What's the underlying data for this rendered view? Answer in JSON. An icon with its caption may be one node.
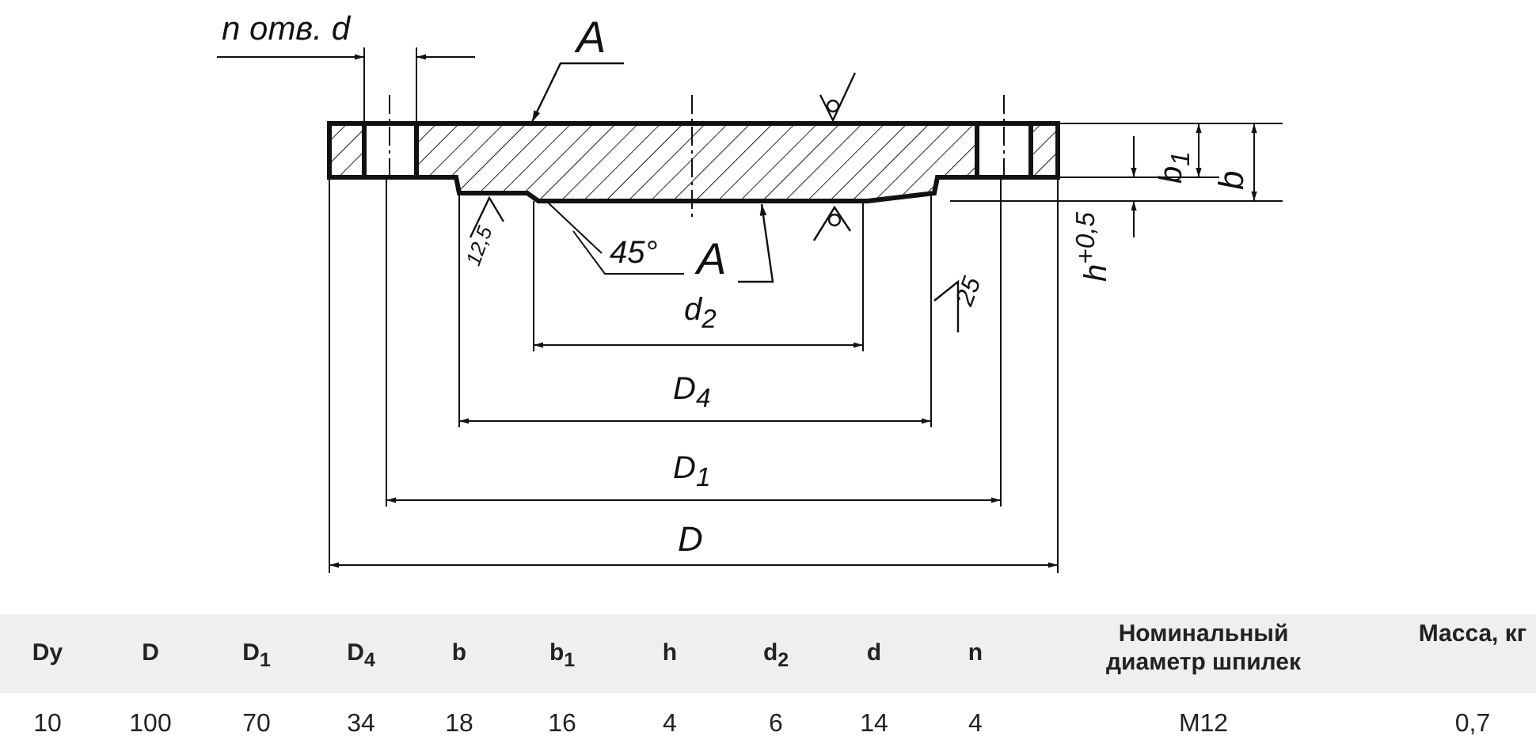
{
  "diagram": {
    "nodes": [
      {
        "text": [
          "A"
        ]
      },
      {
        "text": [
          "A"
        ]
      }
    ],
    "edges": [
      {
        "from": 0,
        "to": null,
        "arrow": "to"
      },
      {
        "from": 1,
        "to": null,
        "arrow": "to"
      }
    ],
    "labels": [
      "n отв. d",
      "b$_{1}$",
      "b",
      "12,5",
      "45°",
      "h$^{+0,5}$",
      "25",
      "d$_{2}$",
      "D$_{4}$",
      "D$_{1}$",
      "D",
      "Dy",
      "D",
      "D$_{1}$",
      "D$_{4}$",
      "b",
      "b$_{1}$",
      "h",
      "d$_{2}$",
      "d",
      "n",
      "Номинальный диаметр шпилек",
      "Масса, кг",
      "10",
      "100",
      "70",
      "34",
      "18",
      "16",
      "4",
      "6",
      "14",
      "4",
      "M12",
      "0,7"
    ]
  }
}
